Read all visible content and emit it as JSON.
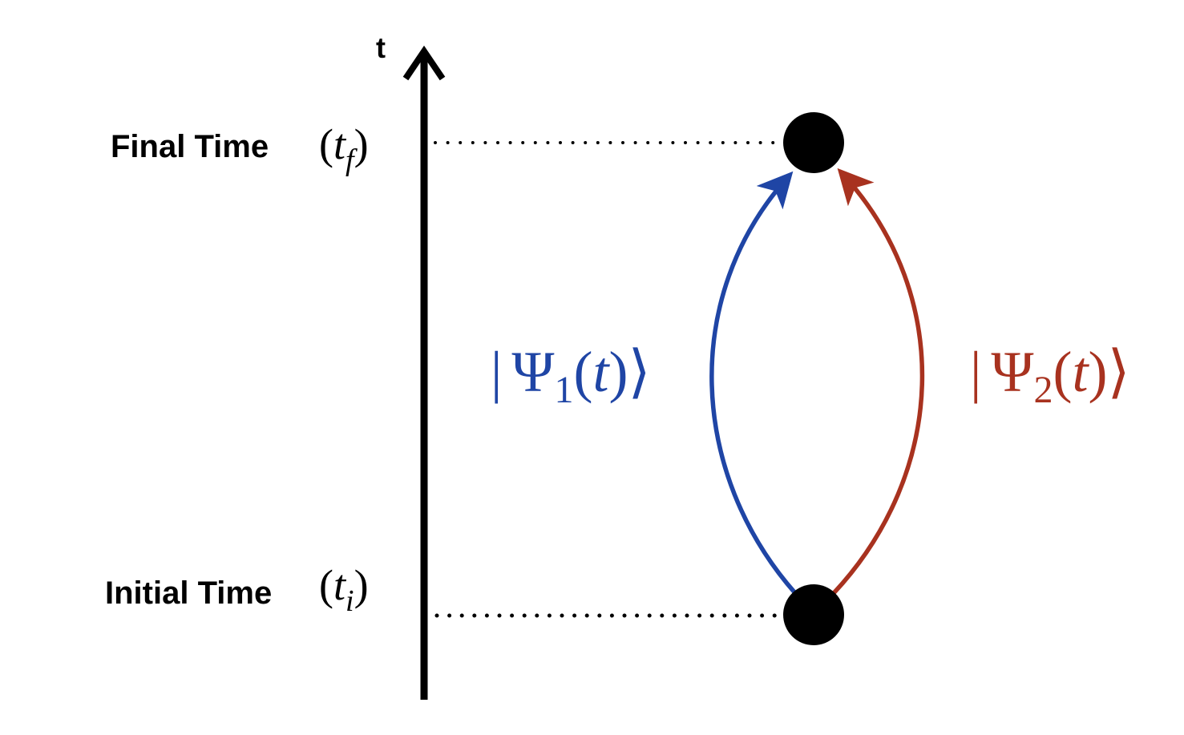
{
  "axis": {
    "label": "t"
  },
  "levels": {
    "final": {
      "label": "Final Time",
      "symbol_open": "(",
      "symbol_var": "t",
      "symbol_sub": "f",
      "symbol_close": ")"
    },
    "initial": {
      "label": "Initial Time",
      "symbol_open": "(",
      "symbol_var": "t",
      "symbol_sub": "i",
      "symbol_close": ")"
    }
  },
  "paths": {
    "psi1": {
      "bar": "|",
      "greek": "Ψ",
      "sub": "1",
      "open": "(",
      "var": "t",
      "close": ")⟩",
      "color": "#1f45a5"
    },
    "psi2": {
      "bar": "|",
      "greek": "Ψ",
      "sub": "2",
      "open": "(",
      "var": "t",
      "close": ")⟩",
      "color": "#a8321f"
    }
  },
  "colors": {
    "ink": "#000000"
  }
}
